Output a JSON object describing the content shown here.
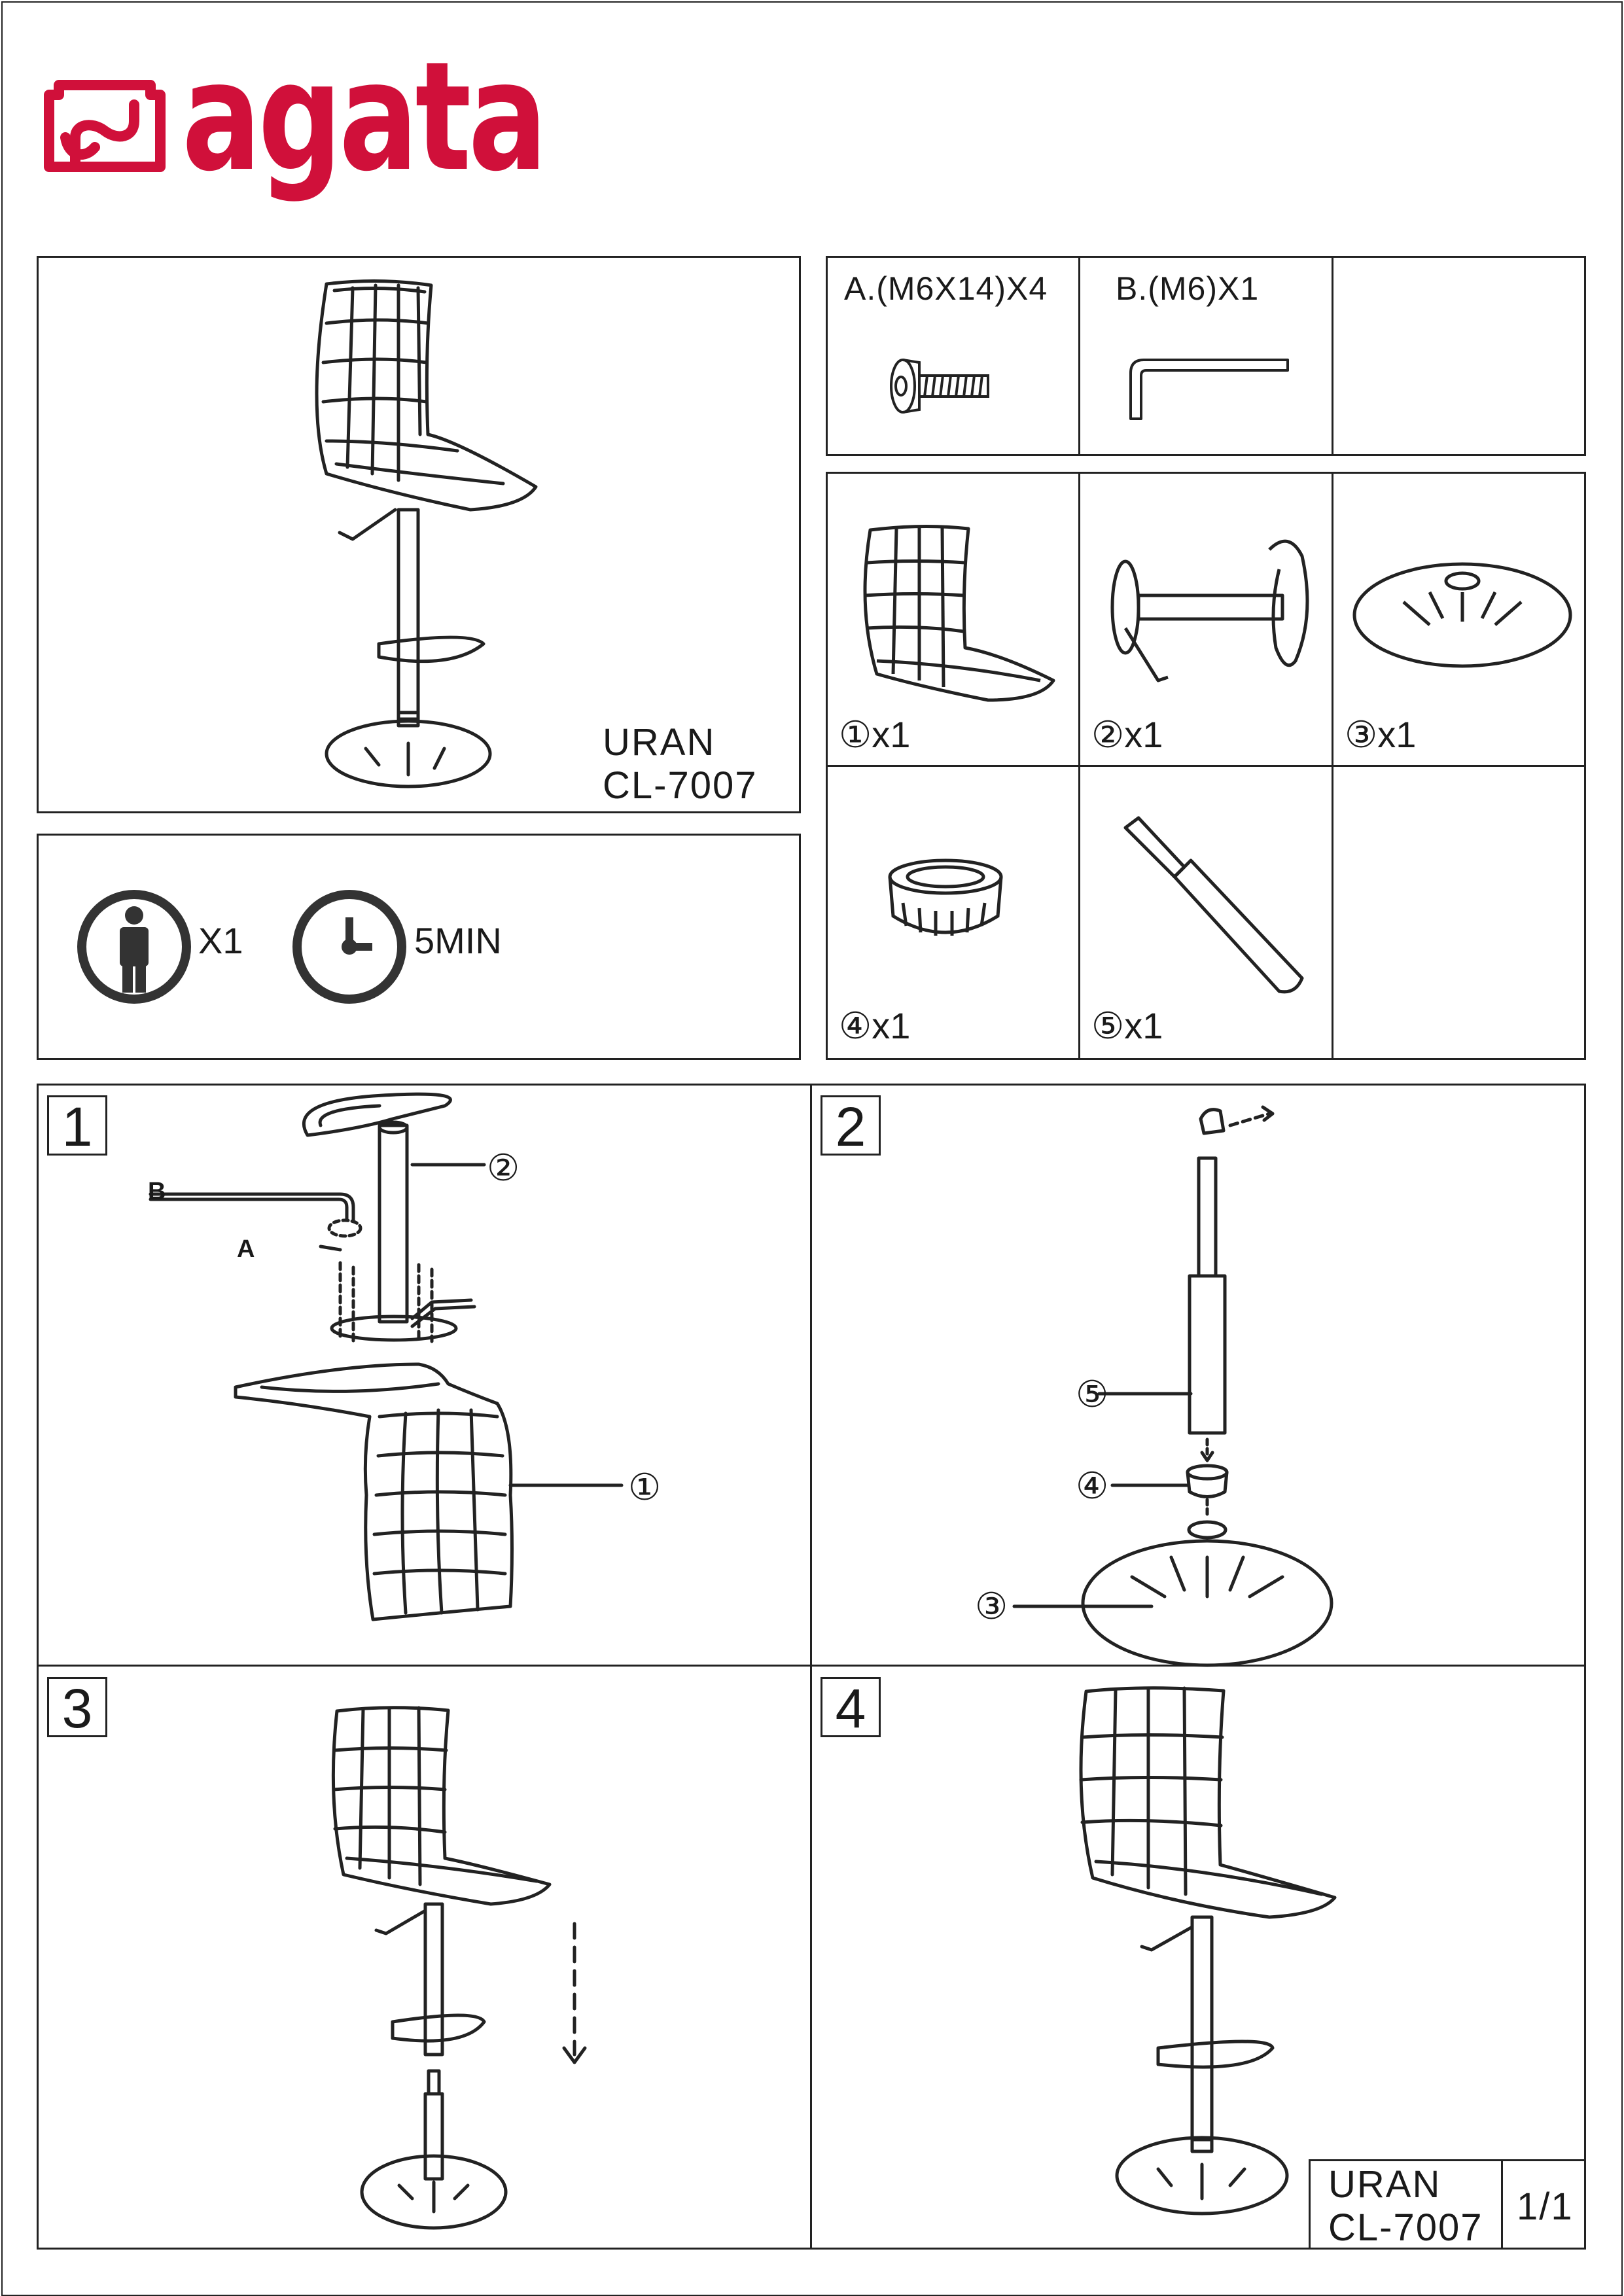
{
  "brand": {
    "name": "agata",
    "color": "#d0103a"
  },
  "product": {
    "name": "URAN",
    "code": "CL-7007"
  },
  "requirements": {
    "persons": "X1",
    "time": "5MIN"
  },
  "hardware": [
    {
      "id": "A",
      "label": "A.(M6X14)X4",
      "icon": "bolt-icon"
    },
    {
      "id": "B",
      "label": "B.(M6)X1",
      "icon": "allen-key-icon"
    }
  ],
  "parts": [
    {
      "label": "①x1",
      "icon": "seat-icon"
    },
    {
      "label": "②x1",
      "icon": "seat-mechanism-icon"
    },
    {
      "label": "③x1",
      "icon": "base-plate-icon"
    },
    {
      "label": "④x1",
      "icon": "ring-icon"
    },
    {
      "label": "⑤x1",
      "icon": "gas-lift-icon"
    }
  ],
  "steps": [
    {
      "number": "1",
      "callouts": {
        "a": "A",
        "b": "B",
        "part2": "②",
        "part1": "①"
      }
    },
    {
      "number": "2",
      "callouts": {
        "part5": "⑤",
        "part4": "④",
        "part3": "③"
      }
    },
    {
      "number": "3"
    },
    {
      "number": "4"
    }
  ],
  "footer": {
    "page": "1/1"
  }
}
